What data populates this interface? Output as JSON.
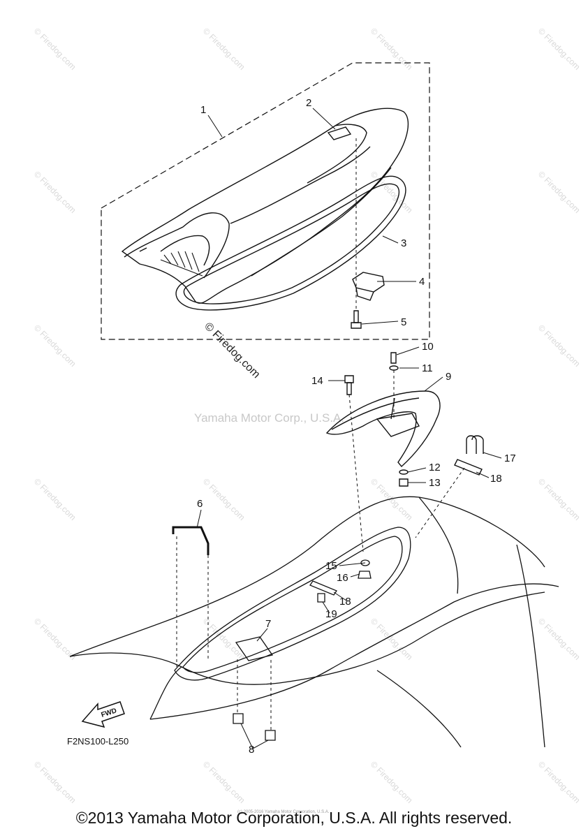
{
  "callouts": [
    "1",
    "2",
    "3",
    "4",
    "5",
    "6",
    "7",
    "8",
    "9",
    "10",
    "11",
    "12",
    "13",
    "14",
    "15",
    "16",
    "17",
    "18",
    "18",
    "19"
  ],
  "watermark": {
    "small": "© Firedog.com",
    "large": "© Firedog.com",
    "center": "Yamaha Motor Corp., U.S.A."
  },
  "reference_code": "F2NS100-L250",
  "fwd_label": "FWD",
  "footer": "©2013 Yamaha Motor Corporation, U.S.A. All rights reserved.",
  "tiny_note": "(c) 2005-2016 Yamaha Motor Corporation, U.S.A."
}
